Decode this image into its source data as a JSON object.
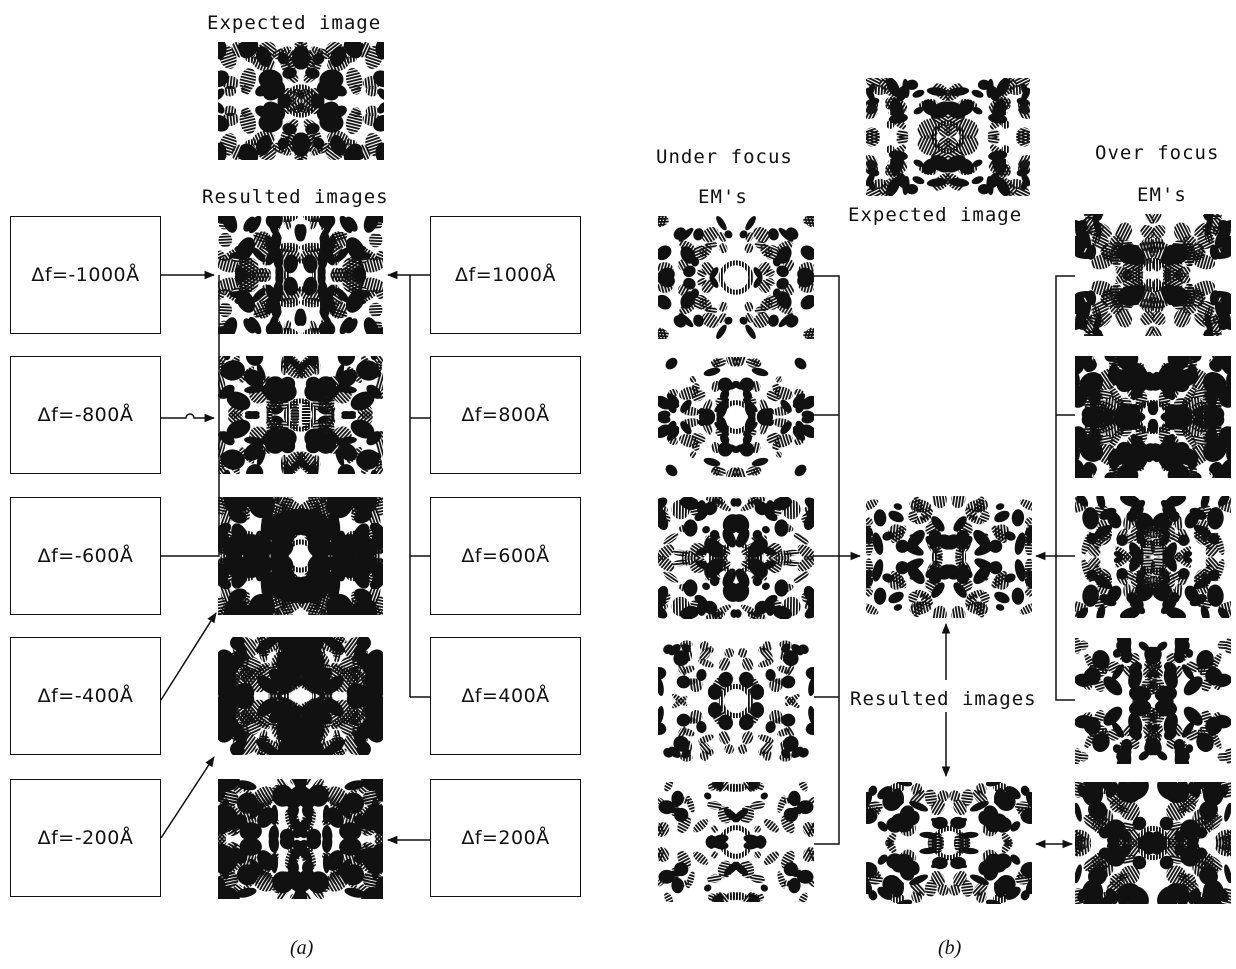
{
  "panel_a": {
    "expected_label": "Expected image",
    "resulted_label": "Resulted images",
    "caption": "(a)",
    "boxes_left": [
      "Δf=-1000Å",
      "Δf=-800Å",
      "Δf=-600Å",
      "Δf=-400Å",
      "Δf=-200Å"
    ],
    "boxes_right": [
      "Δf=1000Å",
      "Δf=800Å",
      "Δf=600Å",
      "Δf=400Å",
      "Δf=200Å"
    ]
  },
  "panel_b": {
    "under_focus": "Under focus",
    "under_ems": "EM's",
    "over_focus": "Over focus",
    "over_ems": "EM's",
    "expected_label": "Expected image",
    "resulted_label": "Resulted images",
    "caption": "(b)"
  },
  "colors": {
    "ink": "#111111",
    "paper": "#ffffff"
  }
}
